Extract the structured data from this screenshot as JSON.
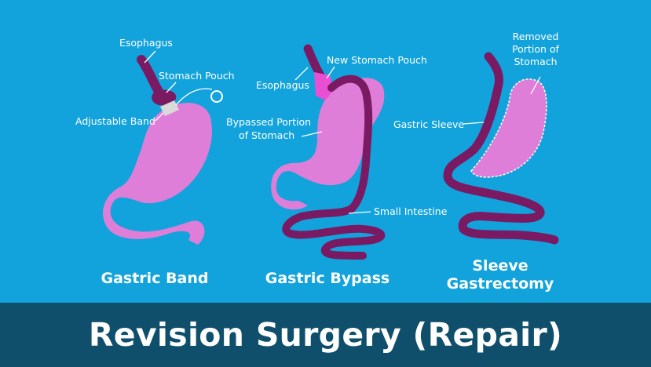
{
  "colors": {
    "background": "#12a3dc",
    "stomach": "#df7ed8",
    "esophagus_intestine": "#7a1a63",
    "new_pouch": "#e94fd3",
    "band": "#d9d9d9",
    "banner": "#0f4f6b",
    "text": "#ffffff"
  },
  "panels": [
    {
      "title": "Gastric Band",
      "labels": {
        "esophagus": "Esophagus",
        "stomach_pouch": "Stomach Pouch",
        "adjustable_band": "Adjustable Band"
      }
    },
    {
      "title": "Gastric Bypass",
      "labels": {
        "new_stomach_pouch": "New Stomach Pouch",
        "esophagus": "Esophagus",
        "bypassed_portion_line1": "Bypassed Portion",
        "bypassed_portion_line2": "of Stomach",
        "small_intestine": "Small Intestine"
      }
    },
    {
      "title_line1": "Sleeve",
      "title_line2": "Gastrectomy",
      "labels": {
        "removed_line1": "Removed",
        "removed_line2": "Portion of",
        "removed_line3": "Stomach",
        "gastric_sleeve": "Gastric Sleeve"
      }
    }
  ],
  "banner": {
    "title": "Revision Surgery (Repair)"
  }
}
